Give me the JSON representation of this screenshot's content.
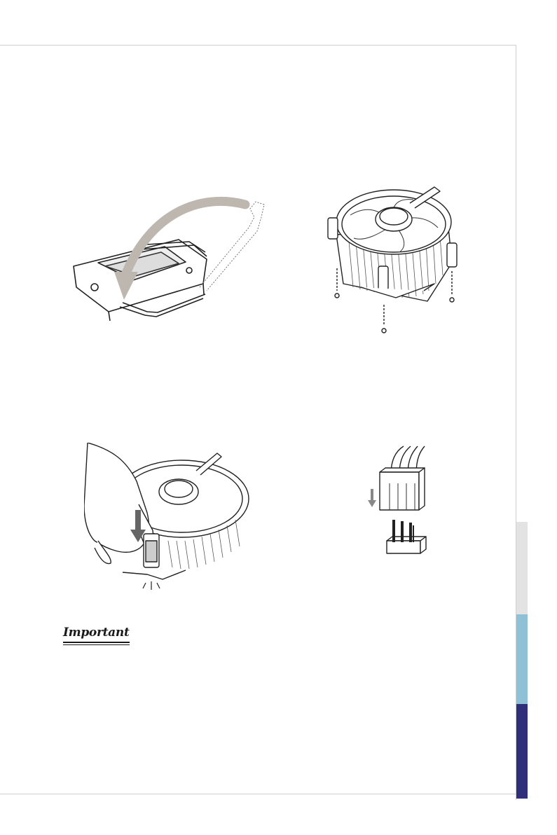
{
  "important_heading": "Important",
  "side_tabs": {
    "gray": "#e3e3e3",
    "blue": "#8fc1d6",
    "navy": "#30307a"
  },
  "figures": [
    {
      "name": "load-plate-lever-figure"
    },
    {
      "name": "cooler-alignment-figure"
    },
    {
      "name": "press-push-pin-figure"
    },
    {
      "name": "fan-connector-figure"
    }
  ]
}
